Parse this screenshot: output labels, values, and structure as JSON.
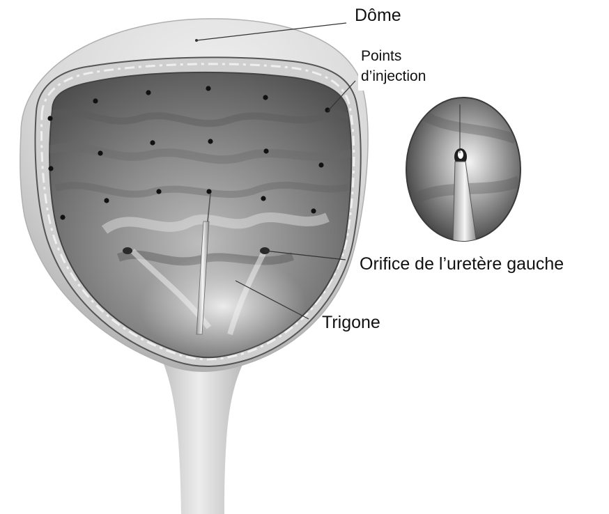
{
  "labels": {
    "dome": "Dôme",
    "injection_points": [
      "Points",
      "d’injection"
    ],
    "left_ureter_orifice": "Orifice de l’uretère gauche",
    "trigone": "Trigone"
  },
  "colors": {
    "background": "#ffffff",
    "outer_wall": "#d6d6d6",
    "wall_edge": "#555555",
    "cavity": "#7a7a7a",
    "injection_dot": "#111111",
    "leader_line": "#333333",
    "text": "#111111"
  },
  "injection_point_count": 18
}
